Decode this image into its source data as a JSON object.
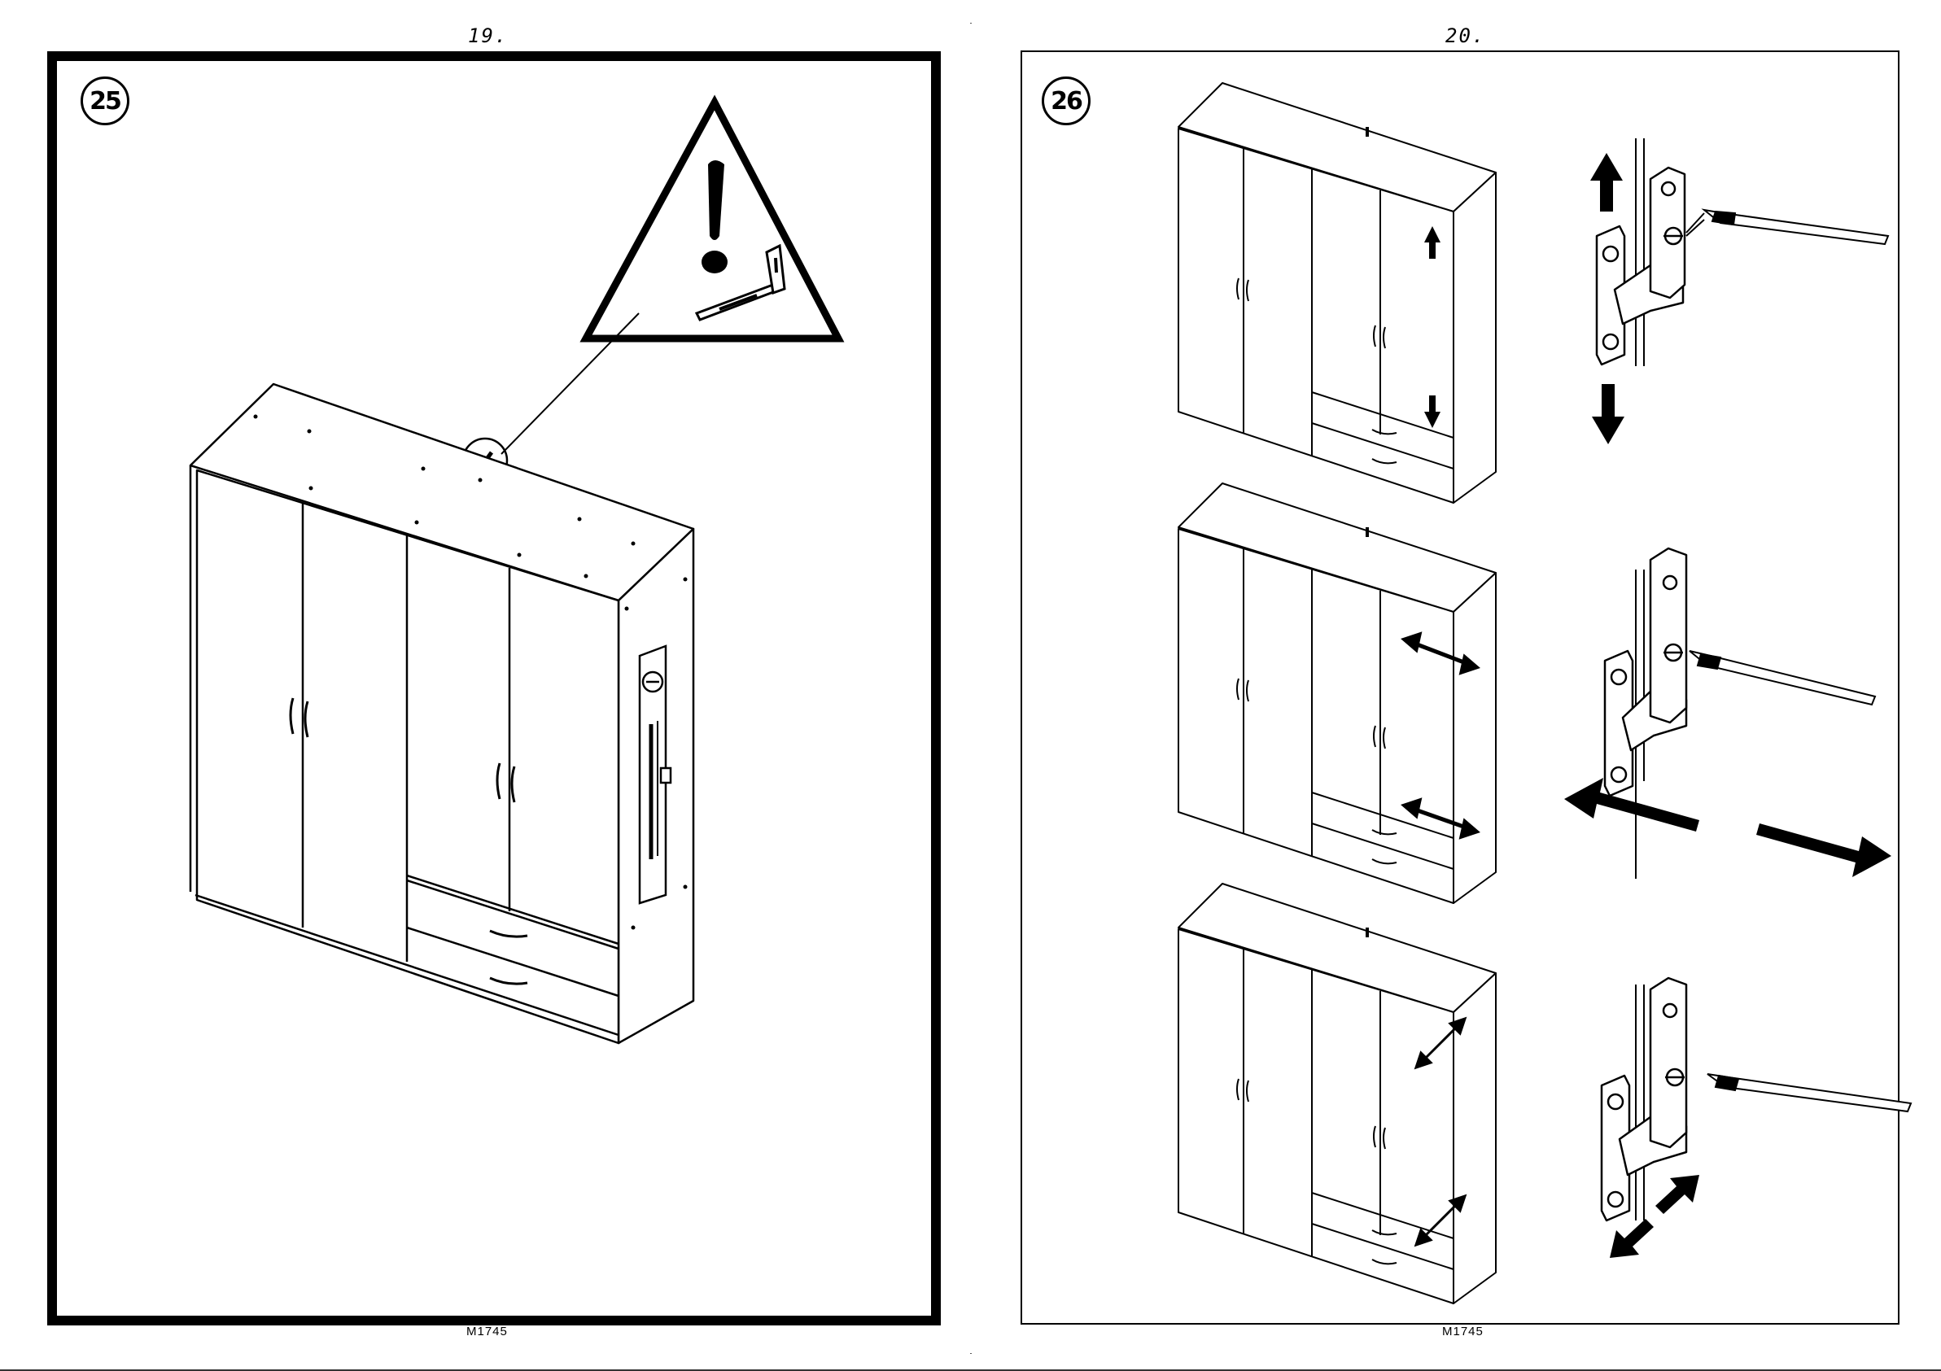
{
  "left_page": {
    "page_number": "19.",
    "step_number": "25",
    "code": "M1745"
  },
  "right_page": {
    "page_number": "20.",
    "step_number": "26",
    "code": "M1745"
  },
  "icons": [
    "warning-triangle-icon",
    "wall-bracket-icon",
    "screwdriver-icon",
    "hinge-icon",
    "arrow-icon"
  ]
}
